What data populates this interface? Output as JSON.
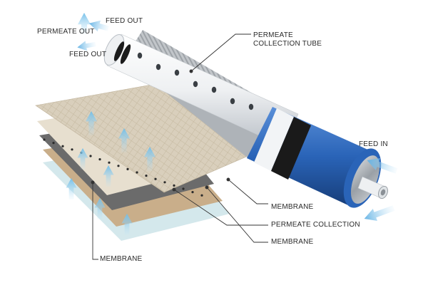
{
  "labels": {
    "feed_out_top": "FEED OUT",
    "permeate_out": "PERMEATE OUT",
    "feed_out_bottom": "FEED OUT",
    "permeate_collection_tube_line1": "PERMEATE",
    "permeate_collection_tube_line2": "COLLECTION TUBE",
    "feed_in": "FEED IN",
    "membrane_1": "MEMBRANE",
    "permeate_collection": "PERMEATE COLLECTION",
    "membrane_2": "MEMBRANE",
    "membrane_3": "MEMBRANE"
  },
  "colors": {
    "tube_white": "#e9ecef",
    "cartridge_blue": "#2a64b8",
    "cartridge_dark_band": "#1a1a1a",
    "membrane_beige": "#d8cdb8",
    "permeate_collection_gray": "#6b6b6b",
    "arrow_blue": "#7fc4ea"
  },
  "icons": {
    "flow_arrow": "arrow-up-icon"
  }
}
